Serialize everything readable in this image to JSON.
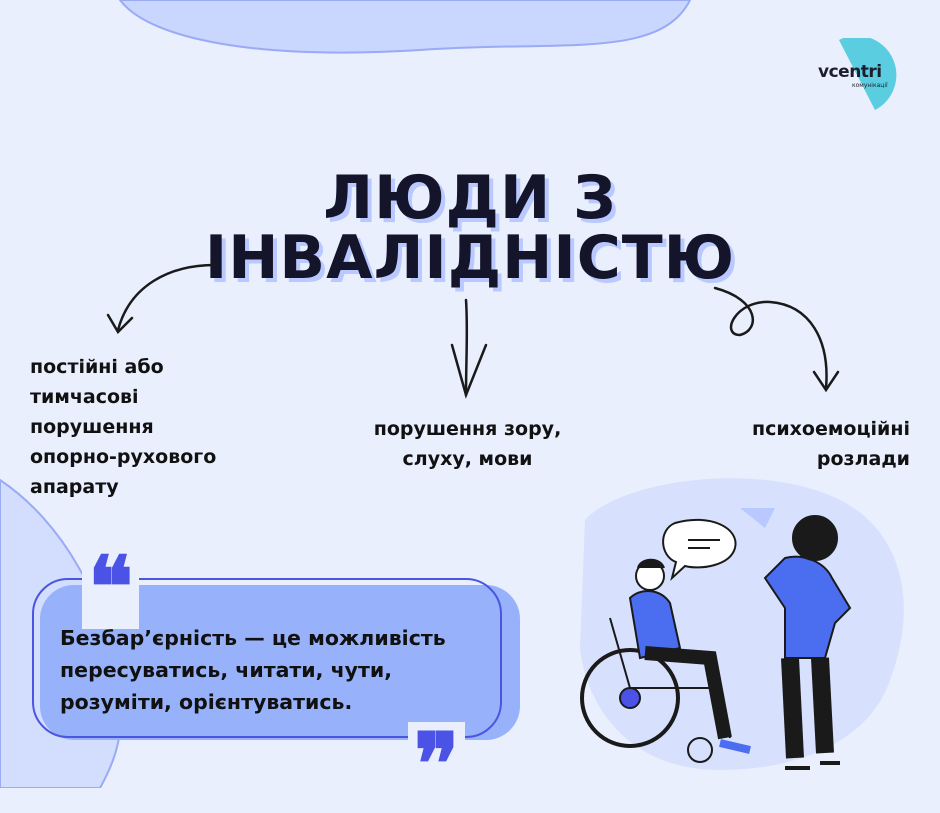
{
  "logo": {
    "name": "vcentri",
    "subtitle": "комунікації",
    "color": "#5bcde0"
  },
  "title": {
    "line1": "ЛЮДИ З",
    "line2": "ІНВАЛІДНІСТЮ"
  },
  "categories": [
    {
      "lines": [
        "постійні або",
        "тимчасові",
        "порушення",
        "опорно-рухового",
        "апарату"
      ]
    },
    {
      "lines": [
        "порушення зору,",
        "слуху, мови"
      ]
    },
    {
      "lines": [
        "психоемоційні",
        "розлади"
      ]
    }
  ],
  "quote": {
    "lines": [
      "Безбар’єрність — це можливість",
      "пересуватись, читати, чути,",
      "розуміти, орієнтуватись."
    ],
    "open_mark": "❝",
    "close_mark": "❞"
  },
  "colors": {
    "background": "#e9effd",
    "accent": "#4b52e6",
    "quote_fill": "#97b2fb",
    "blob": "#c9d6fd"
  }
}
